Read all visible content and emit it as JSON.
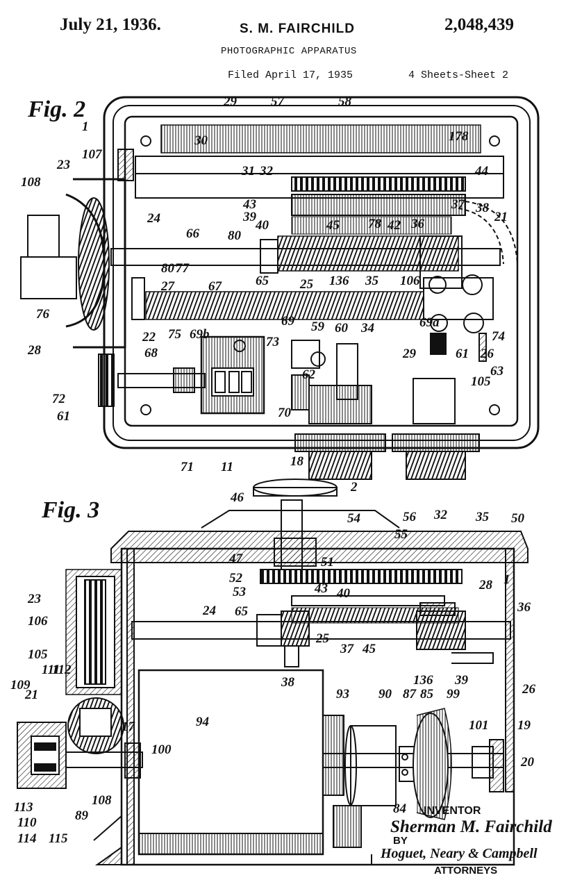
{
  "header": {
    "date": "July 21, 1936.",
    "inventor": "S. M. FAIRCHILD",
    "patent_number": "2,048,439",
    "title": "PHOTOGRAPHIC APPARATUS",
    "filed": "Filed April 17, 1935",
    "sheets": "4 Sheets-Sheet 2"
  },
  "figures": {
    "fig2": "Fig. 2",
    "fig3": "Fig. 3"
  },
  "fig2_refs": [
    "1",
    "29",
    "57",
    "58",
    "178",
    "30",
    "107",
    "23",
    "31",
    "32",
    "44",
    "108",
    "43",
    "37",
    "39",
    "38",
    "40",
    "45",
    "78",
    "42",
    "36",
    "21",
    "24",
    "66",
    "80",
    "80'",
    "77",
    "27",
    "67",
    "65",
    "25",
    "136",
    "35",
    "106",
    "76",
    "22",
    "28",
    "69a",
    "69",
    "59",
    "60",
    "34",
    "74",
    "75",
    "69b",
    "73",
    "68",
    "29",
    "61",
    "26",
    "63",
    "105",
    "72",
    "61",
    "62",
    "70",
    "71",
    "11",
    "18"
  ],
  "fig3_refs": [
    "46",
    "2",
    "54",
    "56",
    "55",
    "32",
    "35",
    "50",
    "47",
    "51",
    "1",
    "52",
    "53",
    "28",
    "23",
    "43",
    "40",
    "65",
    "36",
    "106",
    "24",
    "25",
    "37",
    "45",
    "136",
    "105",
    "38",
    "39",
    "26",
    "109",
    "111",
    "112",
    "21",
    "17",
    "94",
    "93",
    "90",
    "87",
    "85",
    "99",
    "101",
    "19",
    "100",
    "20",
    "108",
    "113",
    "110",
    "114",
    "115",
    "89",
    "84"
  ],
  "signature": {
    "inventor_label": "INVENTOR",
    "inventor_name": "Sherman M. Fairchild",
    "by": "BY",
    "attorneys_sig": "Hoguet, Neary & Campbell",
    "attorneys_label": "ATTORNEYS"
  }
}
